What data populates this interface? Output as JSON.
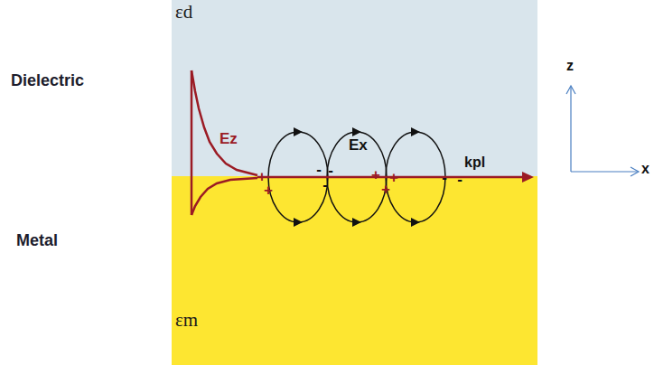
{
  "diagram": {
    "nodes": [
      {
        "text": [
          "εd"
        ]
      },
      {
        "text": [
          "εm"
        ]
      }
    ],
    "labels": [
      "Dielectric",
      "Metal",
      "Ez",
      "Ex",
      "kpl",
      "z",
      "x",
      "+",
      "+",
      "+",
      "+",
      "+",
      "-",
      "-",
      "-",
      "-",
      "-"
    ]
  }
}
